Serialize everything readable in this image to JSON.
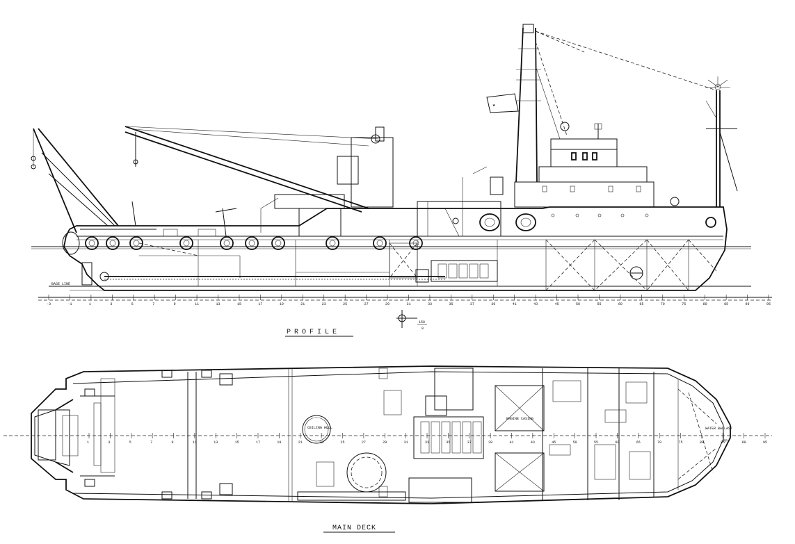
{
  "titles": {
    "profile": "PROFILE",
    "main_deck": "MAIN DECK"
  },
  "scale_marker": {
    "numerator": "150",
    "denominator": "8"
  },
  "labels": {
    "base_line": "BASE LINE",
    "ceiling_hull": "CEILING HULL",
    "engine_casing": "ENGINE CASING",
    "water_ballast": "WATER BALLAST",
    "fp": "FP"
  },
  "frame_scale_profile": [
    "-3",
    "-1",
    "1",
    "3",
    "5",
    "7",
    "9",
    "11",
    "13",
    "15",
    "17",
    "19",
    "21",
    "23",
    "25",
    "27",
    "29",
    "31",
    "33",
    "35",
    "37",
    "39",
    "41",
    "43",
    "45",
    "50",
    "55",
    "60",
    "65",
    "70",
    "75",
    "80",
    "85",
    "90",
    "95"
  ],
  "frame_scale_deck": [
    "1",
    "3",
    "5",
    "7",
    "9",
    "11",
    "13",
    "15",
    "17",
    "19",
    "21",
    "23",
    "25",
    "27",
    "29",
    "31",
    "33",
    "35",
    "37",
    "39",
    "41",
    "43",
    "45",
    "50",
    "55",
    "60",
    "65",
    "70",
    "75",
    "80",
    "85",
    "90",
    "95"
  ]
}
